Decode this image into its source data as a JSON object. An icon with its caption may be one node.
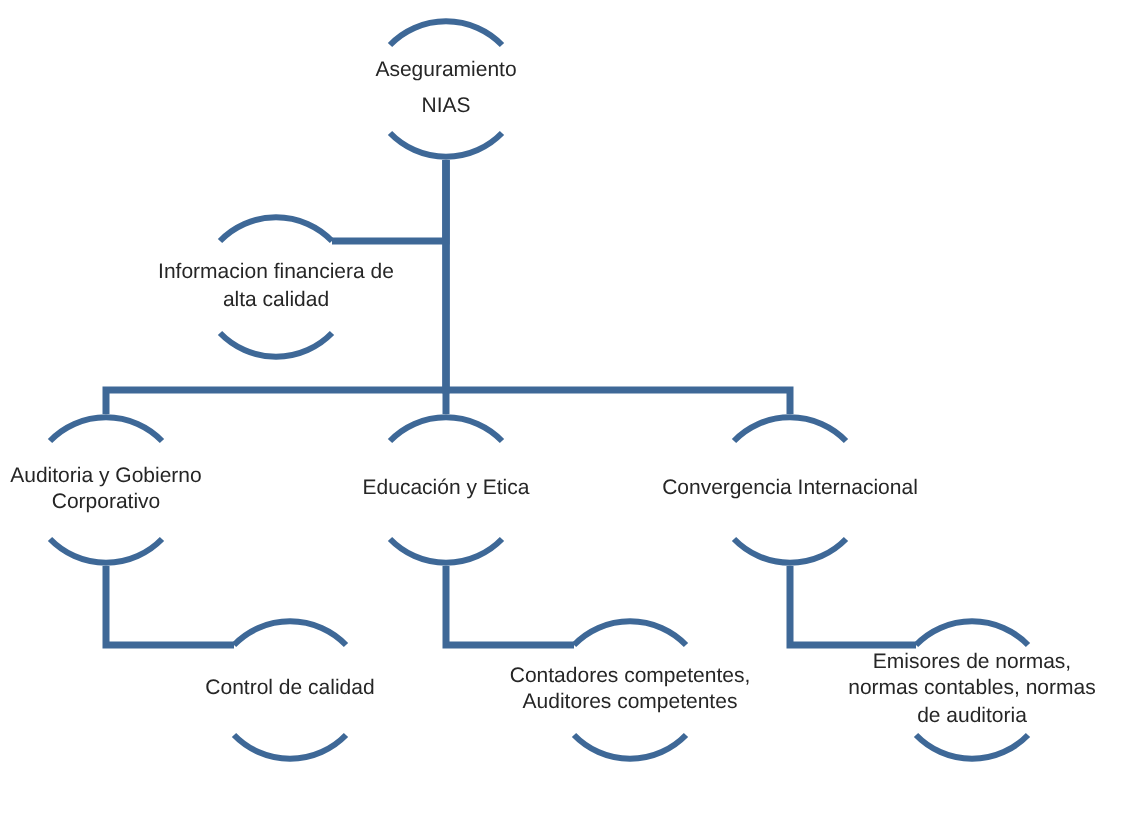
{
  "diagram": {
    "nodes": [
      {
        "text": [
          "Aseguramiento",
          "NIAS"
        ]
      },
      {
        "text": [
          "Informacion financiera de alta calidad"
        ]
      },
      {
        "text": [
          "Auditoria y Gobierno Corporativo"
        ]
      },
      {
        "text": [
          "Educación y Etica"
        ]
      },
      {
        "text": [
          "Convergencia Internacional"
        ]
      },
      {
        "text": [
          "Control de calidad"
        ]
      },
      {
        "text": [
          "Contadores competentes, Auditores competentes"
        ]
      },
      {
        "text": [
          "Emisores de normas, normas contables, normas de auditoria"
        ]
      }
    ],
    "edges": [
      {
        "from": 0,
        "to": 1,
        "arrow": "none"
      },
      {
        "from": 0,
        "to": 2,
        "arrow": "none"
      },
      {
        "from": 0,
        "to": 3,
        "arrow": "none"
      },
      {
        "from": 0,
        "to": 4,
        "arrow": "none"
      },
      {
        "from": 2,
        "to": 5,
        "arrow": "none"
      },
      {
        "from": 3,
        "to": 6,
        "arrow": "none"
      },
      {
        "from": 4,
        "to": 7,
        "arrow": "none"
      }
    ]
  }
}
